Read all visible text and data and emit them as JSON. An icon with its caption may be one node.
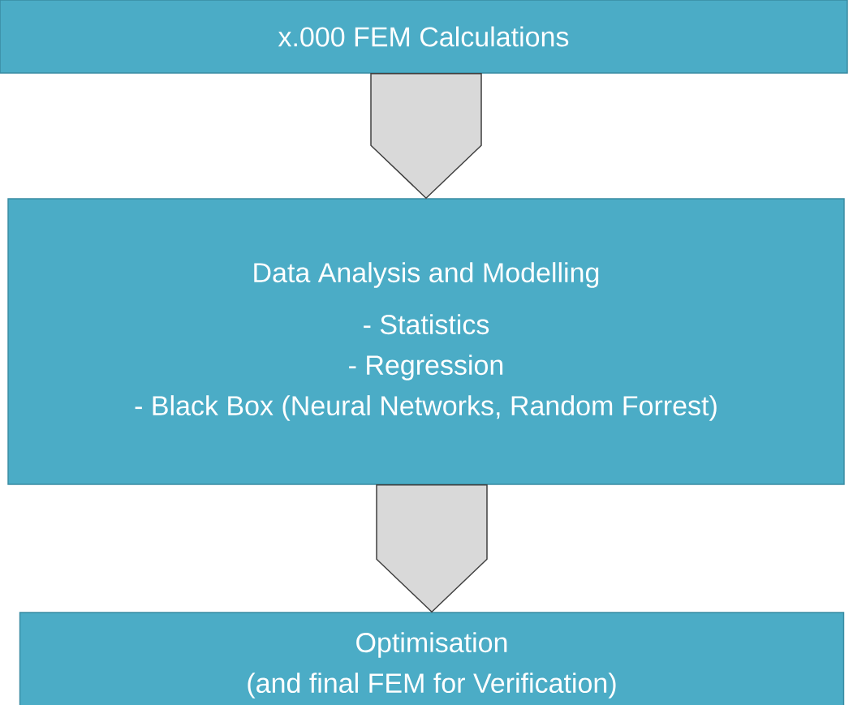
{
  "diagram": {
    "nodes": [
      {
        "text": [
          "x.000 FEM Calculations"
        ]
      },
      {
        "text": [
          "Data Analysis and Modelling",
          "- Statistics",
          "- Regression",
          "- Black Box (Neural Networks, Random Forrest)"
        ]
      },
      {
        "text": [
          "Optimisation",
          "(and final FEM for Verification)"
        ]
      }
    ],
    "edges": [
      {
        "from": 0,
        "to": 1,
        "arrow": "to"
      },
      {
        "from": 1,
        "to": 2,
        "arrow": "to"
      }
    ]
  }
}
